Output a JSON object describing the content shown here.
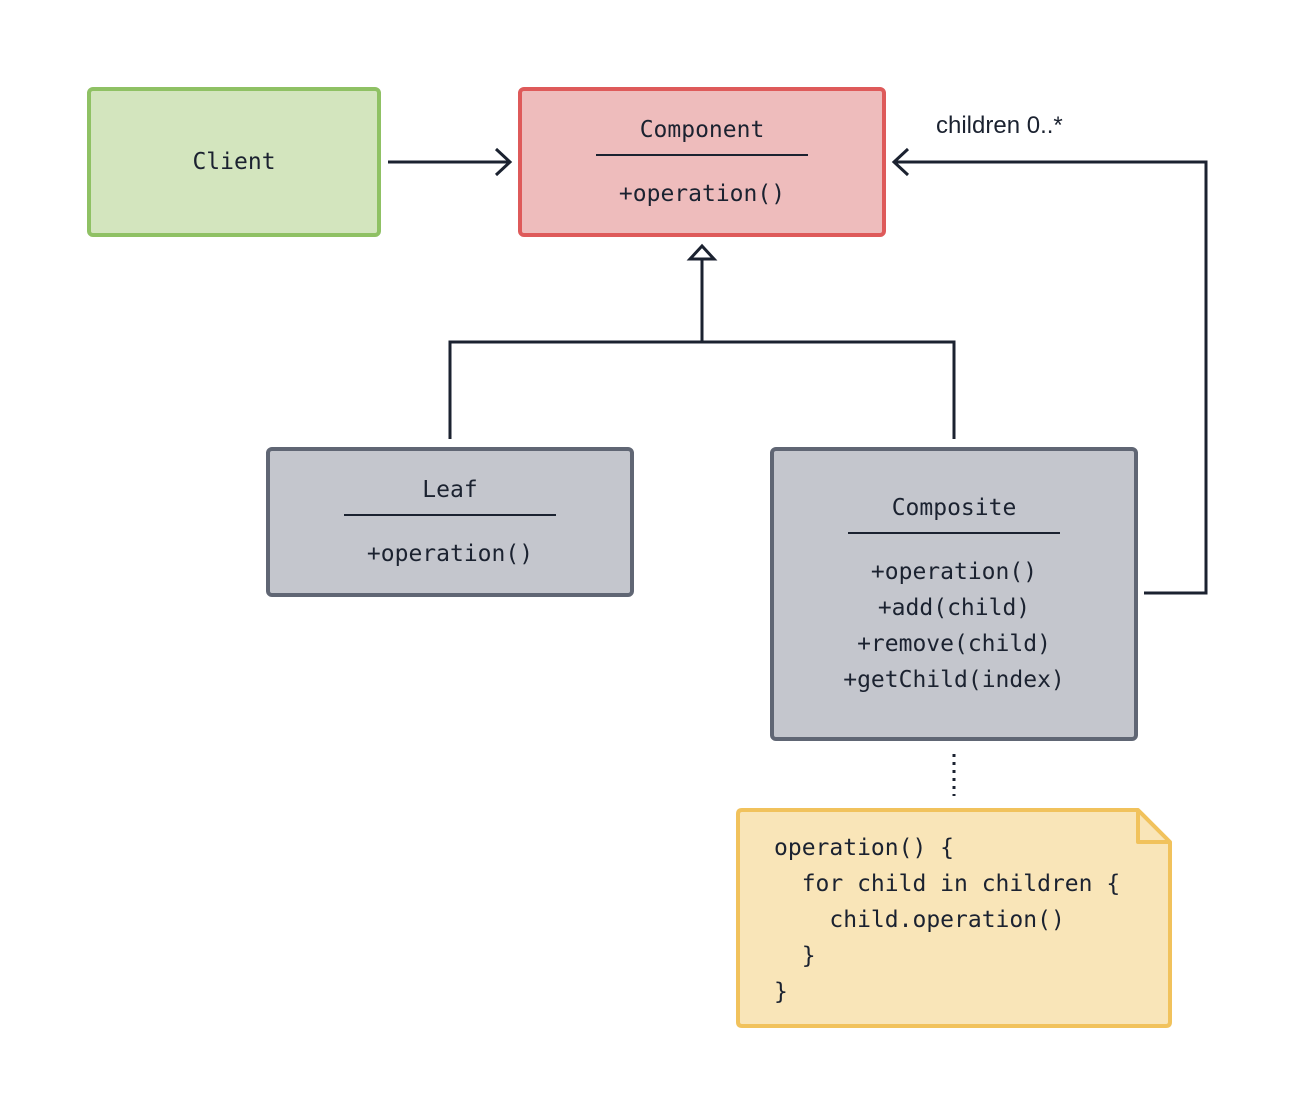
{
  "client": {
    "title": "Client"
  },
  "component": {
    "title": "Component",
    "methods": [
      "+operation()"
    ]
  },
  "leaf": {
    "title": "Leaf",
    "methods": [
      "+operation()"
    ]
  },
  "composite": {
    "title": "Composite",
    "methods": [
      "+operation()",
      "+add(child)",
      "+remove(child)",
      "+getChild(index)"
    ]
  },
  "relationships": {
    "children_label": "children 0..*"
  },
  "note": {
    "lines": [
      "operation() {",
      "  for child in children {",
      "    child.operation()",
      "  }",
      "}"
    ]
  },
  "colors": {
    "client_fill": "#d3e5be",
    "client_border": "#8fc164",
    "component_fill": "#eebcbc",
    "component_border": "#de5a5a",
    "class_fill": "#c4c6cd",
    "class_border": "#606674",
    "note_fill": "#f9e5b8",
    "note_border": "#f1c25c",
    "line": "#1b2230"
  }
}
